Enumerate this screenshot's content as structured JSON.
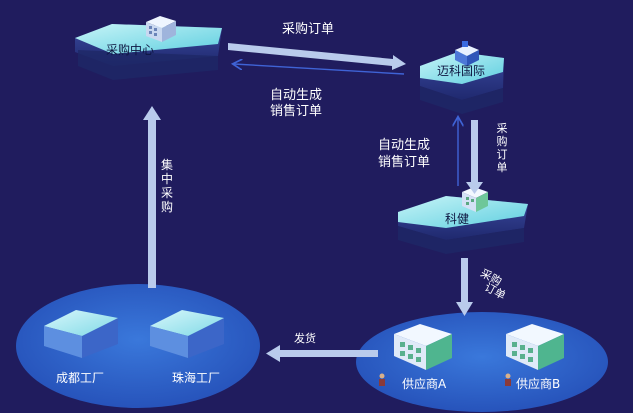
{
  "nodes": {
    "procurement_center": "采购中心",
    "maike": "迈科国际",
    "kejian": "科健",
    "chengdu_factory": "成都工厂",
    "zhuhai_factory": "珠海工厂",
    "supplier_a": "供应商A",
    "supplier_b": "供应商B"
  },
  "edges": {
    "top_order": "采购订单",
    "top_auto_line1": "自动生成",
    "top_auto_line2": "销售订单",
    "right_order": "采购订单",
    "mid_auto_line1": "自动生成",
    "mid_auto_line2": "销售订单",
    "supplier_order_line1": "采购",
    "supplier_order_line2": "订单",
    "centralized_purchase": "集中采购",
    "ship": "发货"
  },
  "colors": {
    "background": "#201c5e",
    "platform_top": "#8fe6ee",
    "platform_side": "#2e3a8e",
    "ellipse": "#2d5fc7",
    "arrow": "#b9cbec",
    "thin_arrow": "#3f63d6"
  }
}
